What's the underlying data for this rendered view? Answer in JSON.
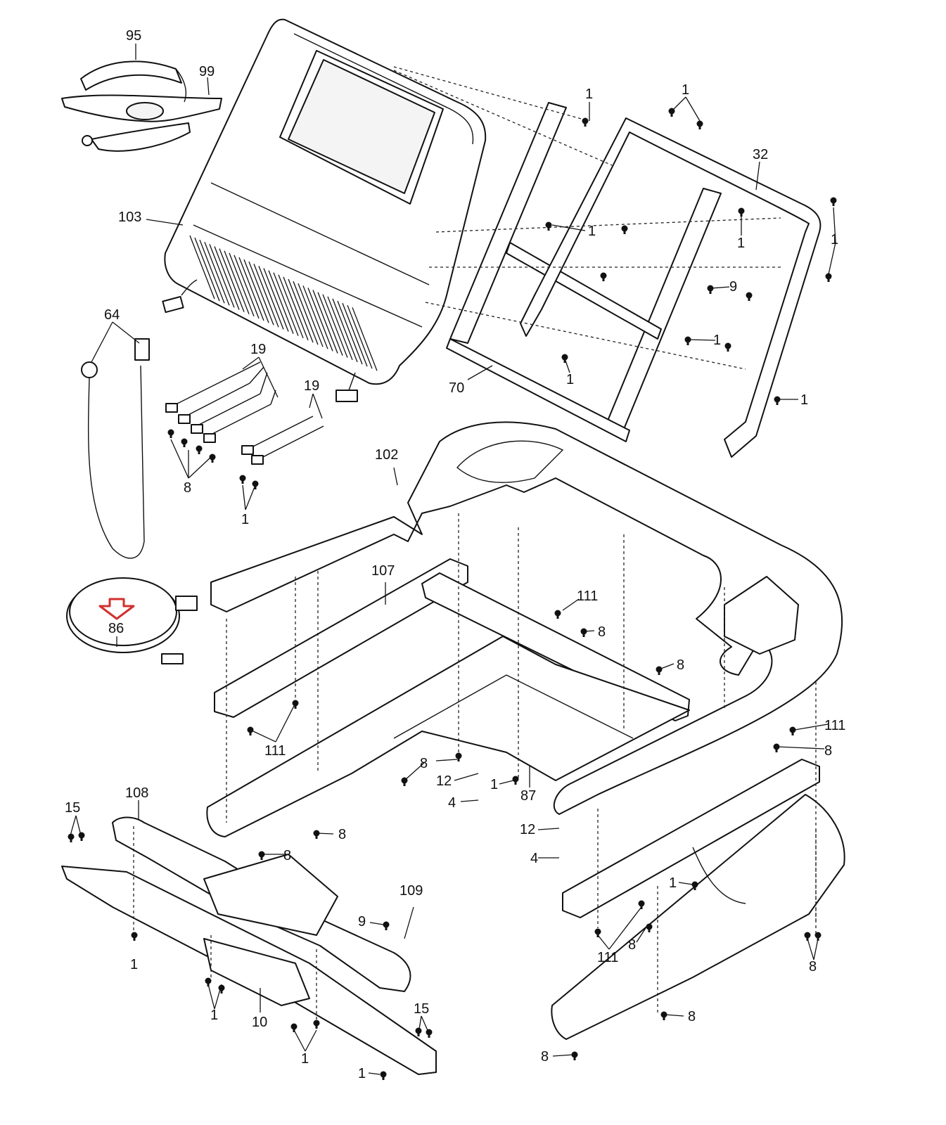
{
  "diagram": {
    "labels": {
      "l95": "95",
      "l99": "99",
      "l103": "103",
      "l64": "64",
      "l19a": "19",
      "l19b": "19",
      "l8a": "8",
      "l1a": "1",
      "l86": "86",
      "l1b": "1",
      "l1c": "1",
      "l32": "32",
      "l1d": "1",
      "l1e": "1",
      "l1f": "1",
      "l9a": "9",
      "l1g": "1",
      "l1h": "1",
      "l70": "70",
      "l1i": "1",
      "l102": "102",
      "l107": "107",
      "l111a": "111",
      "l8b": "8",
      "l8c": "8",
      "l111b": "111",
      "l111c": "111",
      "l8d": "8",
      "l8e": "8",
      "l12a": "12",
      "l1j": "1",
      "l87": "87",
      "l4a": "4",
      "l8f": "8",
      "l8g": "8",
      "l15a": "15",
      "l108": "108",
      "l109": "109",
      "l9b": "9",
      "l12b": "12",
      "l4b": "4",
      "l1k": "1",
      "l111d": "111",
      "l8h": "8",
      "l8i": "8",
      "l1l": "1",
      "l1m": "1",
      "l10": "10",
      "l1n": "1",
      "l15b": "15",
      "l1o": "1",
      "l8j": "8",
      "l8k": "8"
    },
    "marker_color": "#d0312d"
  }
}
